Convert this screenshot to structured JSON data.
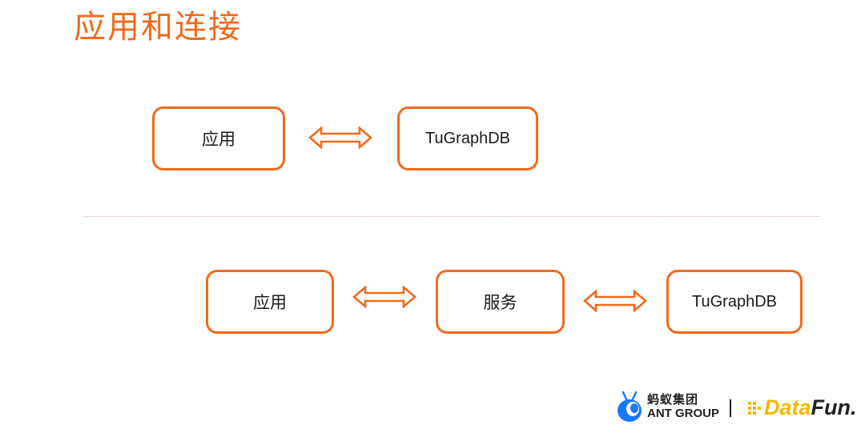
{
  "title": "应用和连接",
  "diagram_top": {
    "box_app": "应用",
    "box_db": "TuGraphDB"
  },
  "diagram_bottom": {
    "box_app": "应用",
    "box_service": "服务",
    "box_db": "TuGraphDB"
  },
  "footer": {
    "ant_cn": "蚂蚁集团",
    "ant_en": "ANT GROUP",
    "datafun_part1": "Data",
    "datafun_part2": "Fun."
  },
  "colors": {
    "accent": "#f26a1b",
    "divider": "#f0a5a5",
    "ant_blue": "#1677ff",
    "datafun_yellow": "#f5b800"
  }
}
